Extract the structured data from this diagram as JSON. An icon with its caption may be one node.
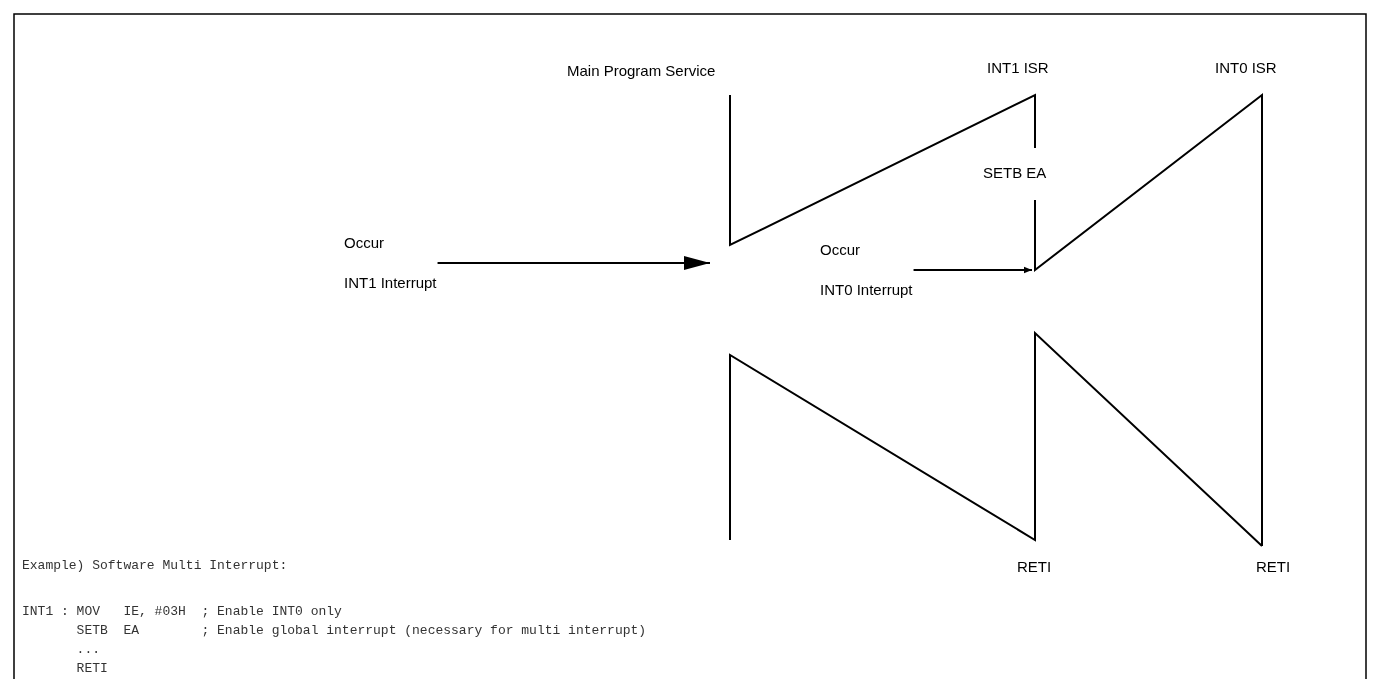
{
  "diagram": {
    "nodes": [
      {
        "text": [
          "Occur",
          "INT1 Interrupt"
        ]
      },
      {
        "text": [
          "Occur",
          "INT0 Interrupt"
        ]
      }
    ],
    "edges": [
      {
        "from": 0,
        "to": null,
        "arrow": "to"
      },
      {
        "from": 1,
        "to": null,
        "arrow": "to"
      }
    ],
    "labels": [
      "Main Program Service",
      "INT1 ISR",
      "INT0 ISR",
      "SETB EA",
      "Example) Software Multi Interrupt:",
      "RETI",
      "RETI",
      "INT1 : MOV   IE, #03H  ; Enable INT0 only",
      "       SETB  EA        ; Enable global interrupt (necessary for multi interrupt)",
      "       ...",
      "       RETI"
    ]
  }
}
